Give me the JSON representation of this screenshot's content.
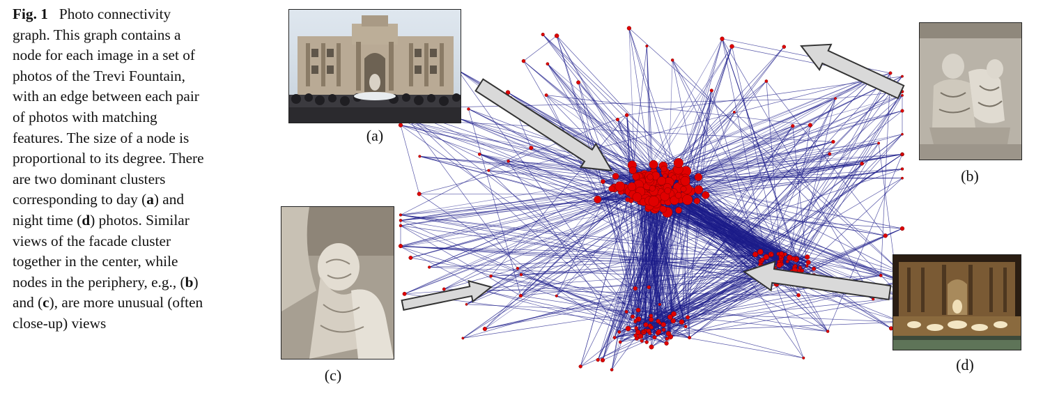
{
  "caption": {
    "fig_label": "Fig. 1",
    "line1": "Photo connectivity",
    "line2": "graph. This graph contains a",
    "line3": "node for each image in a set of",
    "line4": "photos of the Trevi Fountain,",
    "line5": "with an edge between each pair",
    "line6": "of photos with matching",
    "line7": "features. The size of a node is",
    "line8": "proportional to its degree. There",
    "line9": "are two dominant clusters",
    "line10_pre": "corresponding to day (",
    "line10_b": "a",
    "line10_post": ") and",
    "line11_pre": "night time (",
    "line11_b": "d",
    "line11_post": ") photos. Similar",
    "line12": "views of the facade cluster",
    "line13": "together in the center, while",
    "line14_pre": "nodes in the periphery, e.g., (",
    "line14_b": "b",
    "line14_post": ")",
    "line15_pre": "and (",
    "line15_b": "c",
    "line15_post": "), are more unusual (often",
    "line16": "close-up) views"
  },
  "photos": {
    "a": "(a)",
    "b": "(b)",
    "c": "(c)",
    "d": "(d)"
  },
  "colors": {
    "edge": "#1c1c8a",
    "node": "#e00000",
    "arrow_fill": "#d9d9d9",
    "arrow_stroke": "#333333"
  }
}
